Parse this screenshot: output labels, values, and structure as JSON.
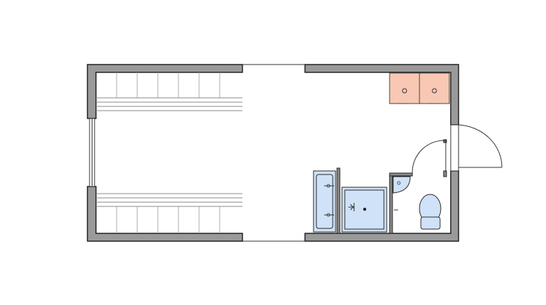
{
  "diagram": {
    "kind": "floor-plan",
    "colors": {
      "wall": "#9a9a9a",
      "fixture_blue": "#cfe2f8",
      "cabinet_pink": "#f8c8b4",
      "outline": "#222222"
    },
    "rooms": [
      "main-hall",
      "shower-room",
      "toilet-room"
    ],
    "fixtures": [
      "bench-top",
      "bench-bottom",
      "sink-counter",
      "shower-tray",
      "corner-basin",
      "toilet",
      "kitchen-cabinet-left",
      "kitchen-cabinet-right",
      "entry-door"
    ]
  }
}
